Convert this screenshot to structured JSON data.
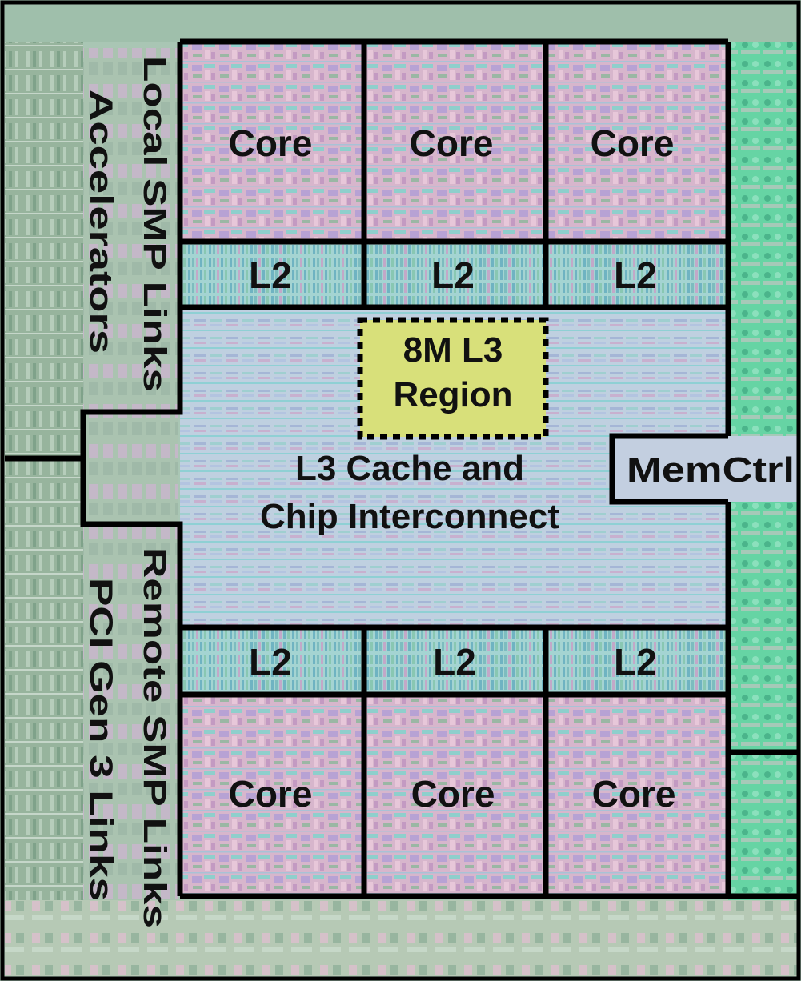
{
  "labels": {
    "core": "Core",
    "l2": "L2",
    "l3_region_line1": "8M L3",
    "l3_region_line2": "Region",
    "l3_cache_line1": "L3 Cache and",
    "l3_cache_line2": "Chip Interconnect",
    "mem_ctrl": "MemCtrl",
    "local_smp_links": "Local SMP Links",
    "accelerators": "Accelerators",
    "remote_smp_links": "Remote SMP Links",
    "pci_gen3_links": "PCI Gen 3 Links"
  },
  "colors": {
    "die_base": "#a9c6b4",
    "core_tint": "#d9b2cc",
    "l2_tint": "#9fd7d2",
    "l3_tint": "#b9cfe2",
    "l3_region_highlight": "#d8e07a",
    "right_io_tint": "#5fd6a0",
    "left_strip_tint": "#93b39a",
    "outline": "#000000",
    "label_text": "#111111"
  }
}
